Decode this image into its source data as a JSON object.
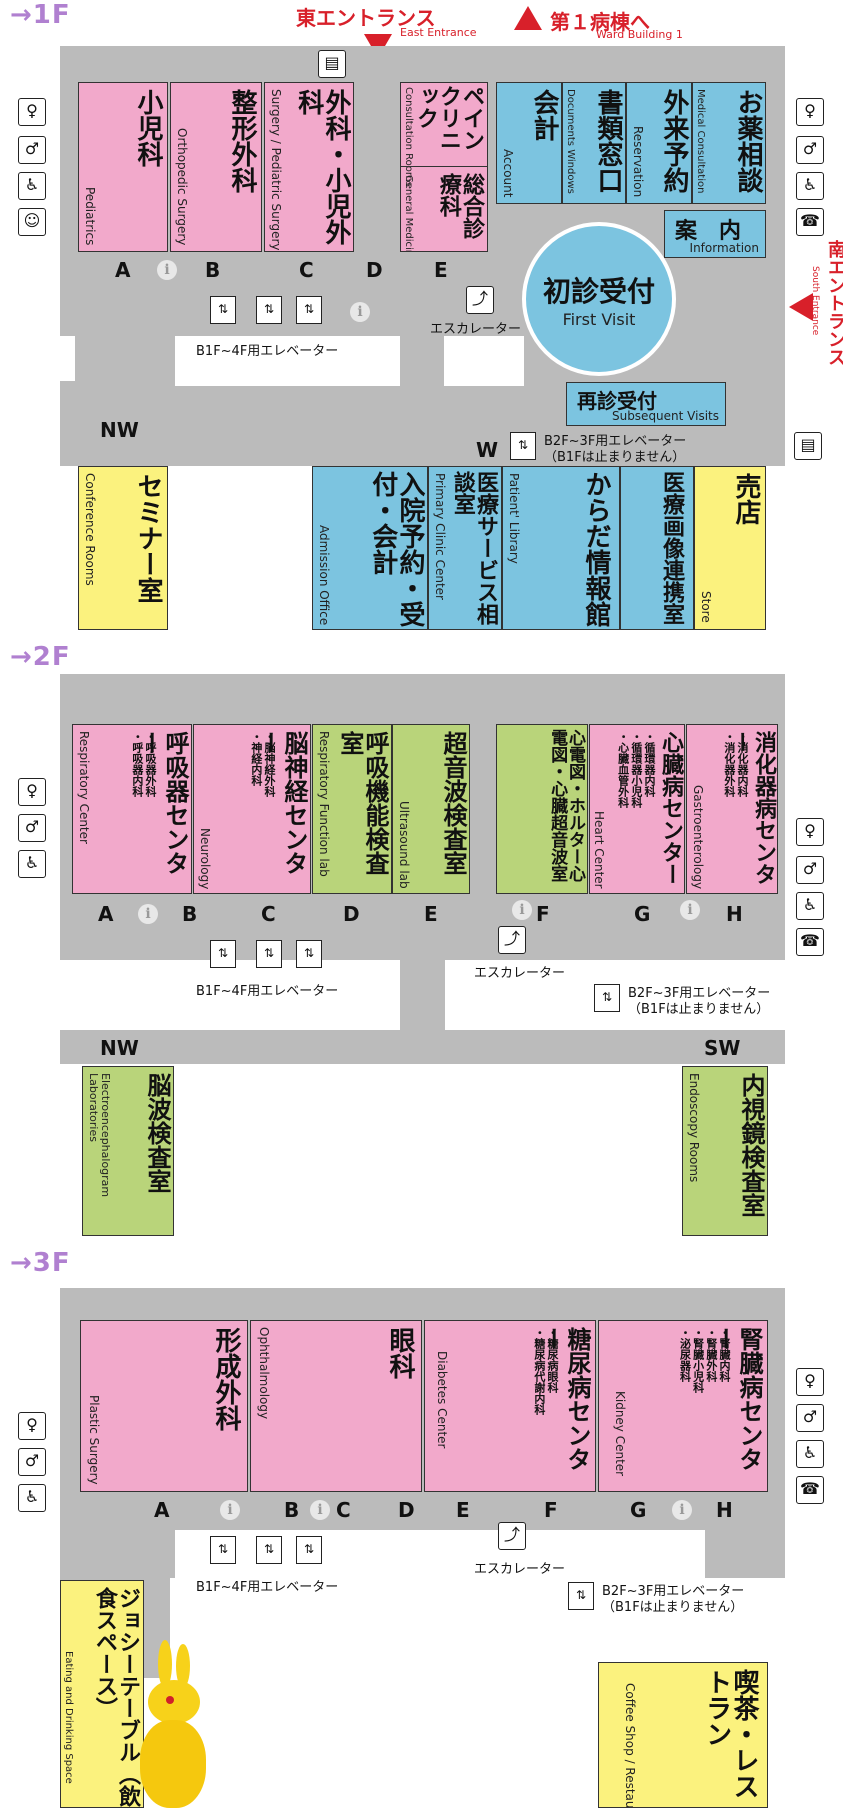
{
  "floors": {
    "f1": "→1F",
    "f2": "→2F",
    "f3": "→3F"
  },
  "entrances": {
    "east_ja": "東エントランス",
    "east_en": "East Entrance",
    "ward_ja": "第１病棟へ",
    "ward_en": "Ward Building 1",
    "south_ja": "南エントランス",
    "south_en": "South Entrance"
  },
  "f1": {
    "rooms": [
      {
        "ja": "小児科",
        "en": "Pediatrics"
      },
      {
        "ja": "整形外科",
        "en": "Orthopedic Surgery"
      },
      {
        "ja": "外科・小児外科",
        "en": "Surgery / Pediatric Surgery"
      },
      {
        "ja": "ペインクリニック",
        "en": "Consultation Rooms"
      },
      {
        "ja": "総合診療科",
        "en": "General Medicine"
      },
      {
        "ja": "会計",
        "en": "Account"
      },
      {
        "ja": "書類窓口",
        "en": "Documents Windows"
      },
      {
        "ja": "外来予約",
        "en": "Reservation"
      },
      {
        "ja": "お薬相談",
        "en": "Medical Consultation"
      },
      {
        "ja": "案　内",
        "en": "Information"
      },
      {
        "ja": "初診受付",
        "en": "First Visit"
      },
      {
        "ja": "再診受付",
        "en": "Subsequent Visits"
      },
      {
        "ja": "セミナー室",
        "en": "Conference Rooms"
      },
      {
        "ja": "入院予約・受付・会計",
        "en": "Admission Office"
      },
      {
        "ja": "医療サービス相談室",
        "en": "Primary Clinic Center"
      },
      {
        "ja": "からだ情報館",
        "en": "Patient' Library"
      },
      {
        "ja": "医療画像連携室",
        "en": ""
      },
      {
        "ja": "売店",
        "en": "Store"
      }
    ],
    "letters": [
      "A",
      "B",
      "C",
      "D",
      "E"
    ],
    "escalator": "エスカレーター",
    "elev_main": "B1F~4F用エレベーター",
    "elev_b2_1": "B2F~3F用エレベーター",
    "elev_b2_2": "（B1Fは止まりません）",
    "nw": "NW",
    "w": "W"
  },
  "f2": {
    "rooms": [
      {
        "ja": "呼吸器センター",
        "sub": "・呼吸器外科\n・呼吸器内科",
        "en": "Respiratory Center"
      },
      {
        "ja": "脳神経センター",
        "sub": "・脳神経外科\n・神経内科",
        "en": "Neurology"
      },
      {
        "ja": "呼吸機能検査室",
        "en": "Respiratory Function lab"
      },
      {
        "ja": "超音波検査室",
        "en": "Ultrasound lab"
      },
      {
        "ja": "心電図・ホルター心電図・心臓超音波室",
        "en": ""
      },
      {
        "ja": "心臓病センター",
        "sub": "・循環器内科\n・循環器小児科\n・心臓血管外科",
        "en": "Heart Center"
      },
      {
        "ja": "消化器病センター",
        "sub": "・消化器内科\n・消化器外科",
        "en": "Gastroenterology"
      },
      {
        "ja": "脳波検査室",
        "en": "Electroencephalogram Laboratories"
      },
      {
        "ja": "内視鏡検査室",
        "en": "Endoscopy Rooms"
      }
    ],
    "letters": [
      "A",
      "B",
      "C",
      "D",
      "E",
      "F",
      "G",
      "H"
    ],
    "escalator": "エスカレーター",
    "elev_main": "B1F~4F用エレベーター",
    "elev_b2_1": "B2F~3F用エレベーター",
    "elev_b2_2": "（B1Fは止まりません）",
    "nw": "NW",
    "sw": "SW"
  },
  "f3": {
    "rooms": [
      {
        "ja": "形成外科",
        "en": "Plastic Surgery"
      },
      {
        "ja": "眼科",
        "en": "Ophthalmology"
      },
      {
        "ja": "糖尿病センター",
        "sub": "・糖尿病眼科\n・糖尿病代謝内科",
        "en": "Diabetes Center"
      },
      {
        "ja": "腎臓病センター",
        "sub": "・腎臓内科\n・腎臓外科\n・腎臓小児科\n・泌尿器科",
        "en": "Kidney Center"
      },
      {
        "ja": "ジョシーテーブル（飲食スペース）",
        "en": "Eating and Drinking Space"
      },
      {
        "ja": "喫茶・レストラン",
        "en": "Coffee Shop / Restaurant"
      }
    ],
    "letters": [
      "A",
      "B",
      "C",
      "D",
      "E",
      "F",
      "G",
      "H"
    ],
    "escalator": "エスカレーター",
    "elev_main": "B1F~4F用エレベーター",
    "elev_b2_1": "B2F~3F用エレベーター",
    "elev_b2_2": "（B1Fは止まりません）"
  }
}
